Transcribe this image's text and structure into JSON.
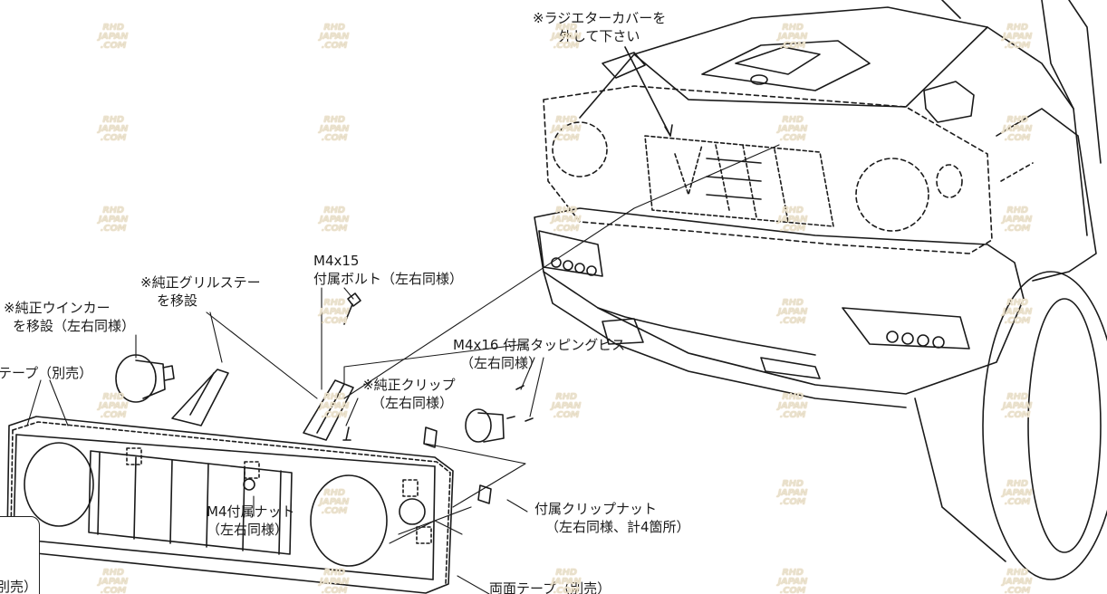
{
  "watermark": {
    "line1": "RHD",
    "line2": "JAPAN",
    "line3": ".COM"
  },
  "labels": {
    "radiator_note": {
      "line1": "※ラジエターカバーを",
      "line2": "外して下さい"
    },
    "bolt": {
      "line1": "M4x15",
      "line2": "付属ボルト（左右同様）"
    },
    "grille_stay": {
      "line1": "※純正グリルステー",
      "line2": "を移設"
    },
    "winker": {
      "line1": "※純正ウインカー",
      "line2": "を移設（左右同様）"
    },
    "tape_left": {
      "line1": "テープ（別売）"
    },
    "tapping_screw": {
      "line1": "M4x16 付属タッピングビス",
      "line2": "（左右同様）"
    },
    "clip": {
      "line1": "※純正クリップ",
      "line2": "（左右同様）"
    },
    "nut": {
      "line1": "M4付属ナット",
      "line2": "（左右同様）"
    },
    "clip_nut": {
      "line1": "付属クリップナット",
      "line2": "（左右同様、計4箇所）"
    },
    "tape_bottom": {
      "line1": "両面テープ（別売）"
    },
    "note_box": {
      "line1": "別売）"
    }
  },
  "colors": {
    "line": "#1a1a1a",
    "watermark_fill": "#e8e2cf",
    "watermark_outline": "#d4a96a"
  }
}
